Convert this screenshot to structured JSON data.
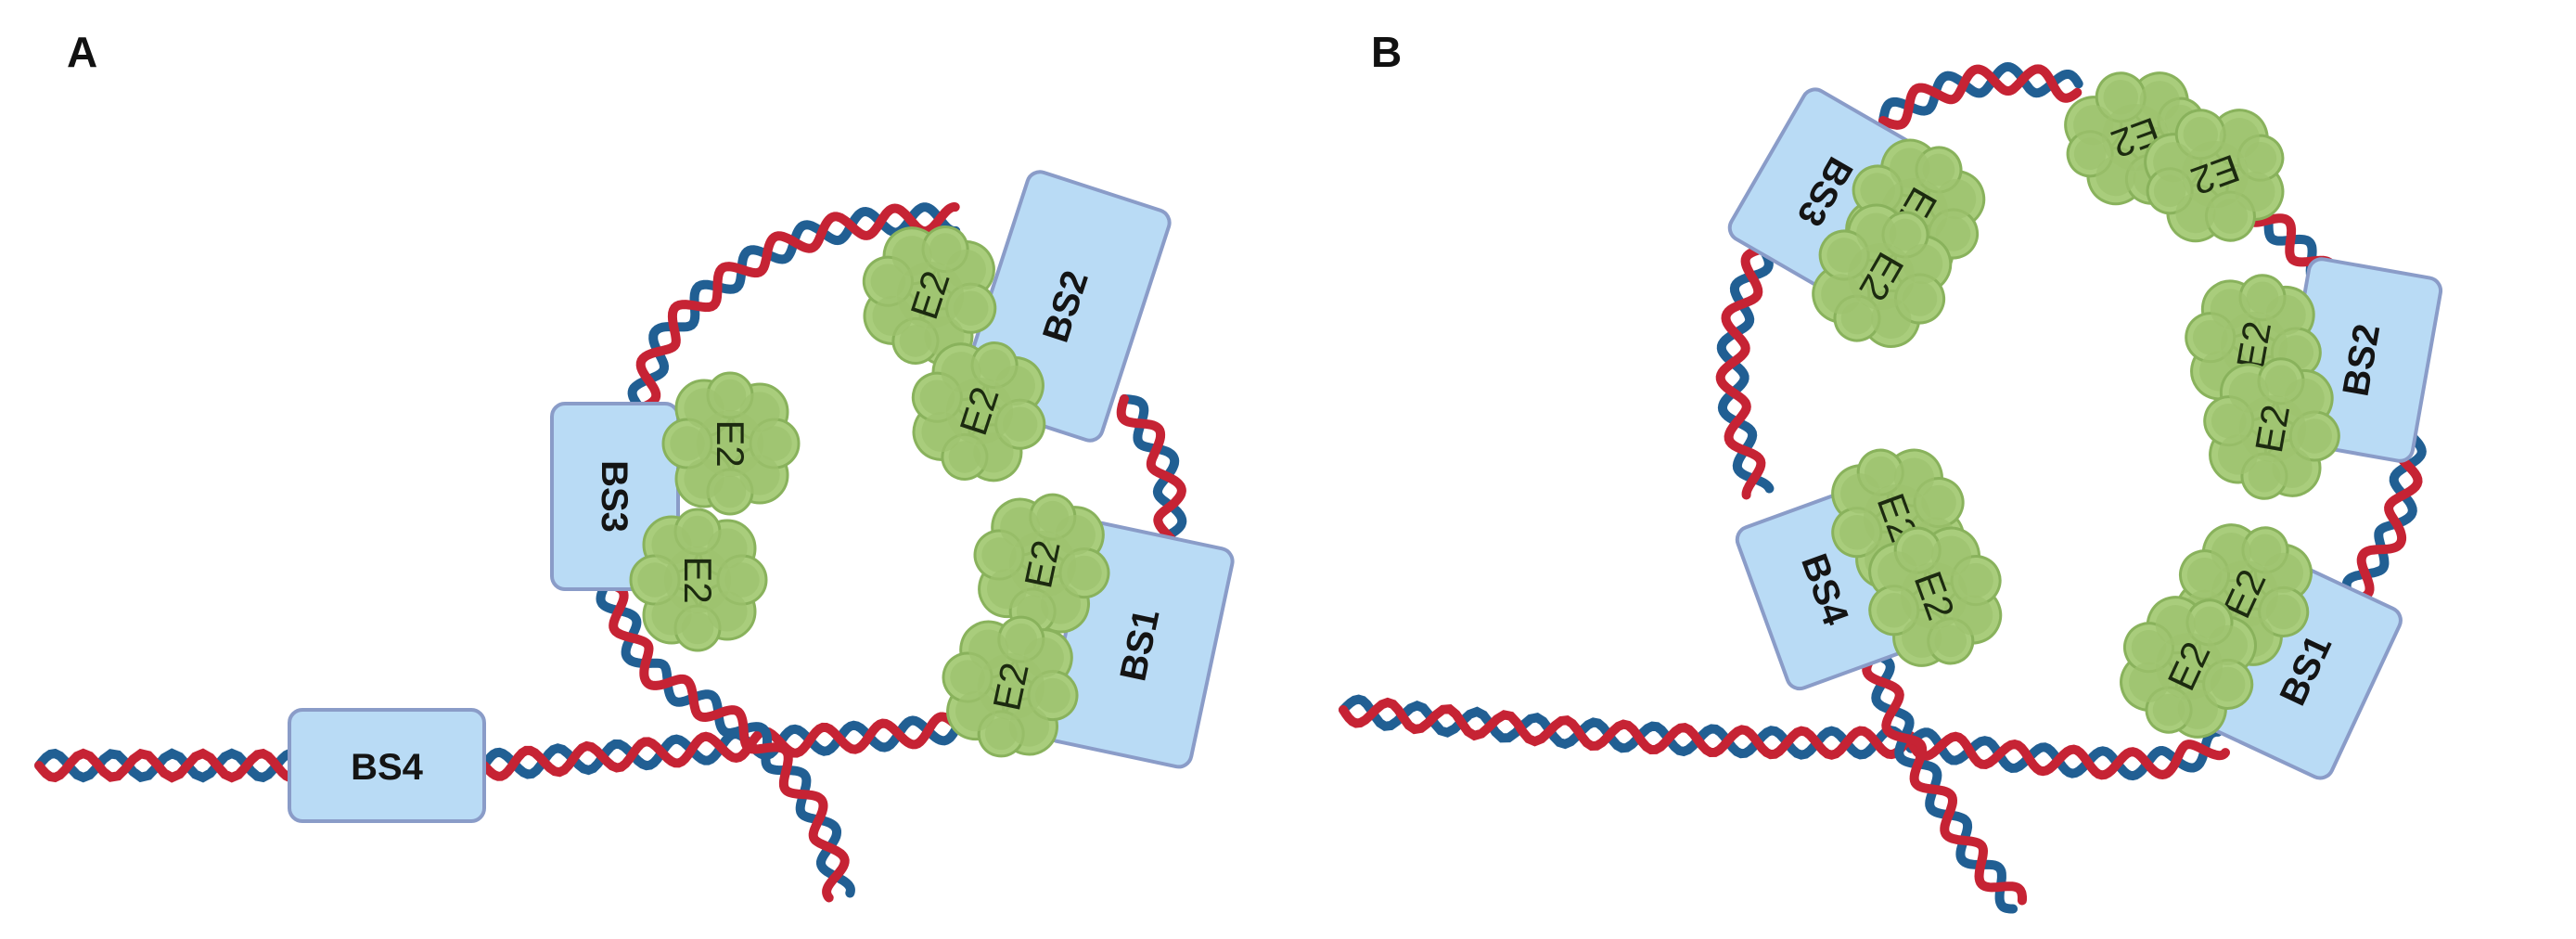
{
  "panels": {
    "a": {
      "label": "A",
      "sites": {
        "bs1": "BS1",
        "bs2": "BS2",
        "bs3": "BS3",
        "bs4": "BS4"
      },
      "protein": "E2"
    },
    "b": {
      "label": "B",
      "sites": {
        "bs1": "BS1",
        "bs2": "BS2",
        "bs3": "BS3",
        "bs4": "BS4"
      },
      "protein": "E2"
    }
  },
  "colors": {
    "strand_red": "#c62334",
    "strand_blue": "#215f93",
    "binding_site_fill": "#b9dbf5",
    "binding_site_border": "#8a9cc8",
    "e2_fill": "#a9cd7c"
  }
}
